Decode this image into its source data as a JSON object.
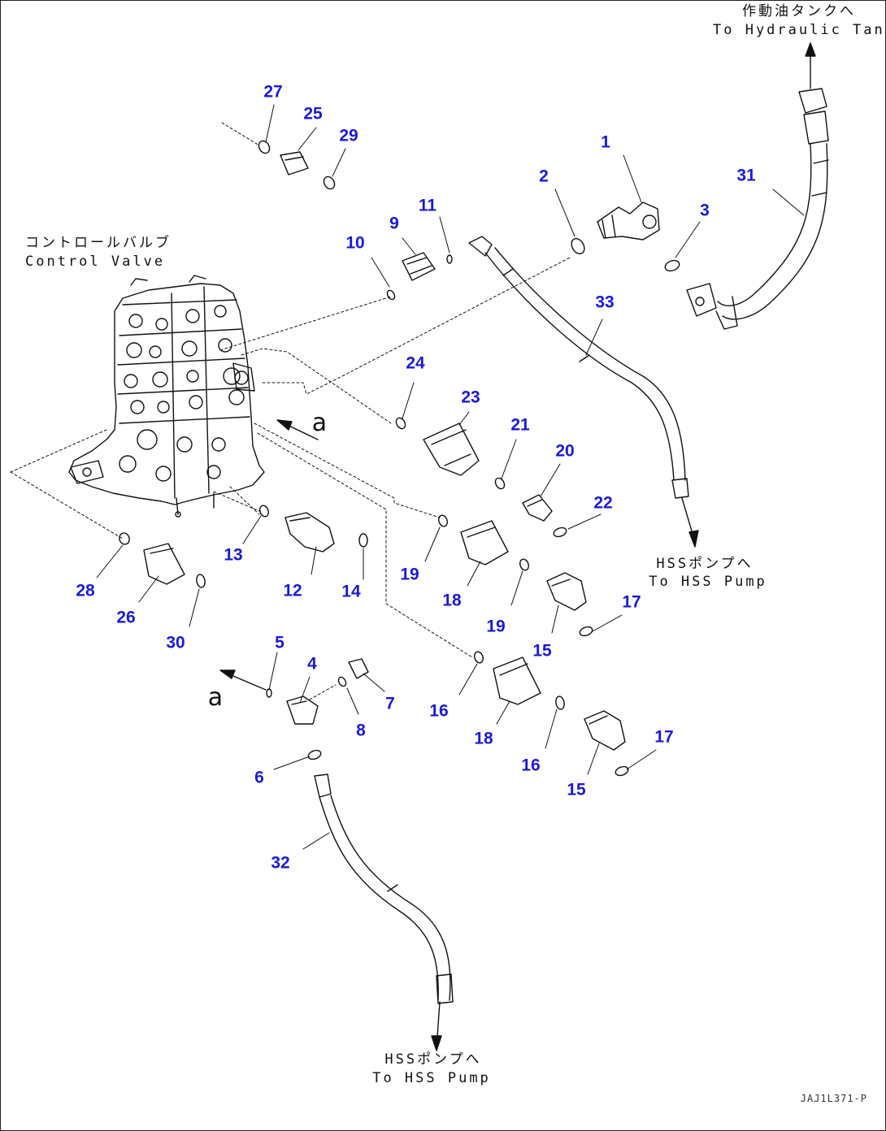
{
  "callouts": {
    "hydraulic_tank": {
      "jp": "作動油タンクへ",
      "en": "To Hydraulic Tank"
    },
    "control_valve": {
      "jp": "コントロールバルブ",
      "en": "Control Valve"
    },
    "hss_pump_upper": {
      "jp": "HSSポンプへ",
      "en": "To HSS Pump"
    },
    "hss_pump_lower": {
      "jp": "HSSポンプへ",
      "en": "To HSS Pump"
    }
  },
  "view_marker": "a",
  "drawing_code": "JAJ1L371-P",
  "part_numbers": [
    "1",
    "2",
    "3",
    "4",
    "5",
    "6",
    "7",
    "8",
    "9",
    "10",
    "11",
    "12",
    "13",
    "14",
    "15",
    "15",
    "16",
    "16",
    "17",
    "17",
    "18",
    "18",
    "19",
    "19",
    "20",
    "21",
    "22",
    "23",
    "24",
    "25",
    "26",
    "27",
    "28",
    "29",
    "30",
    "31",
    "32",
    "33"
  ],
  "colors": {
    "label": "#1a1ad6",
    "line": "#111111",
    "background": "#ffffff"
  }
}
